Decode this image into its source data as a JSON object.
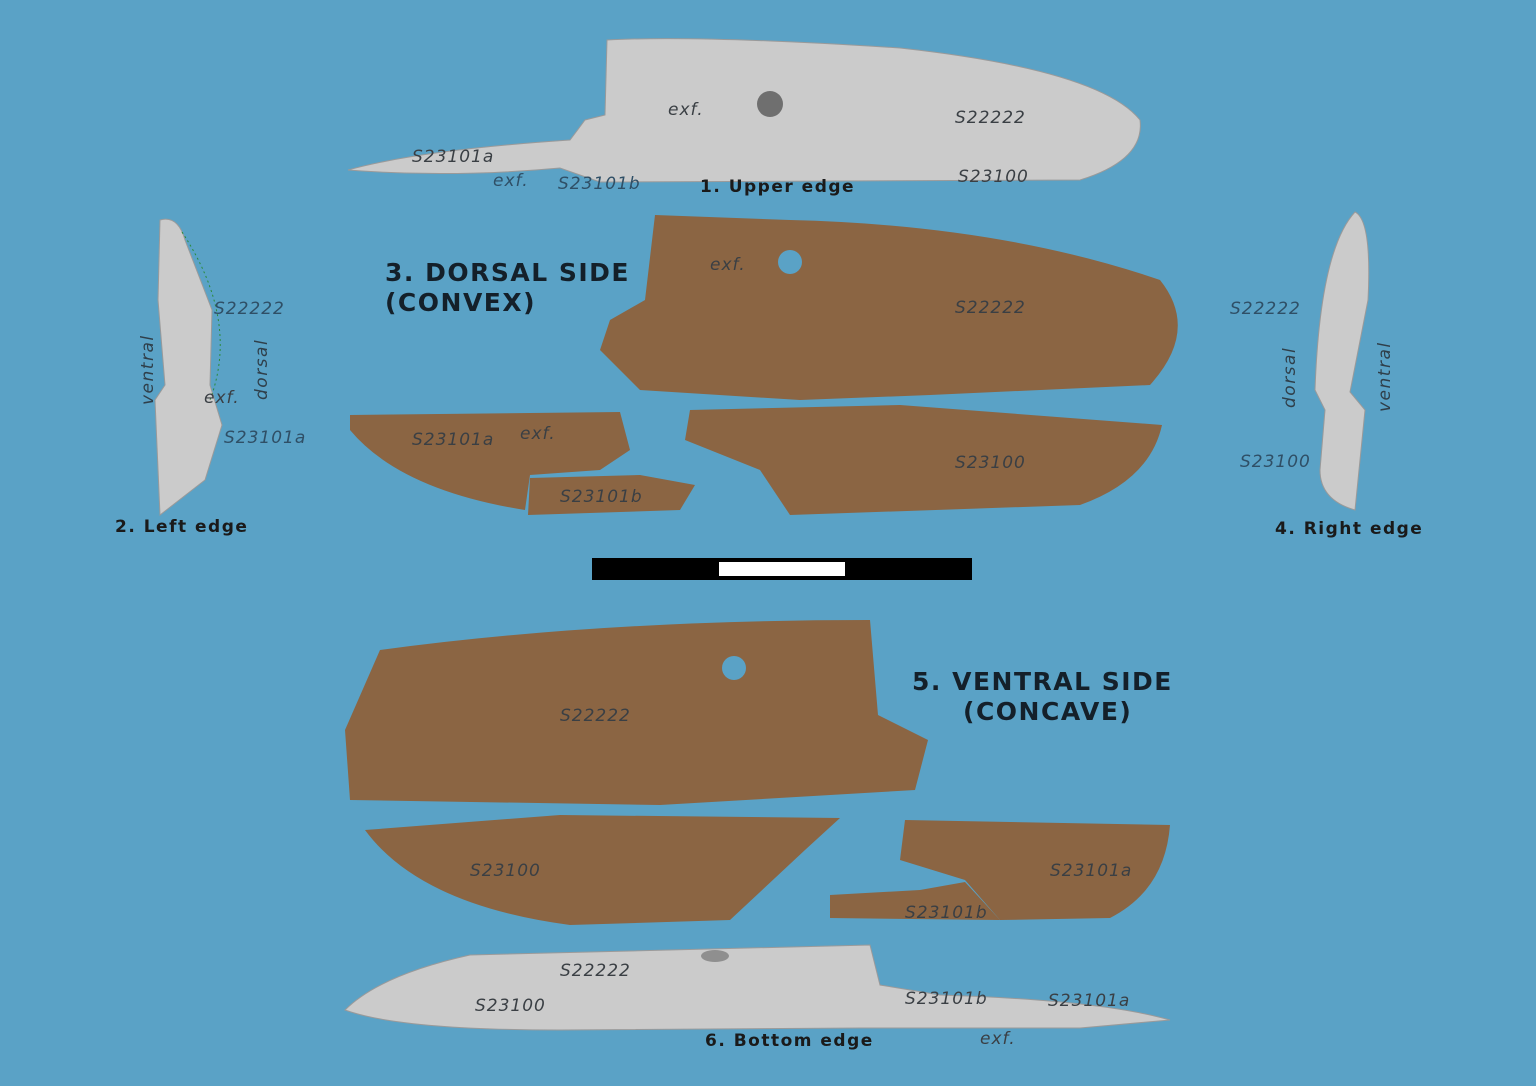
{
  "views": {
    "upper_edge": {
      "caption": "1. Upper edge",
      "labels": [
        "exf.",
        "S22222",
        "S23101a",
        "exf.",
        "S23101b",
        "S23100"
      ]
    },
    "left_edge": {
      "caption": "2. Left edge",
      "labels": [
        "S22222",
        "ventral",
        "dorsal",
        "exf.",
        "S23101a"
      ]
    },
    "dorsal_side": {
      "title": "3. DORSAL SIDE\n(CONVEX)",
      "labels": [
        "exf.",
        "S22222",
        "S23101a",
        "exf.",
        "S23101b",
        "S23100"
      ]
    },
    "right_edge": {
      "caption": "4. Right edge",
      "labels": [
        "S22222",
        "dorsal",
        "ventral",
        "S23100"
      ]
    },
    "ventral_side": {
      "title": "5. VENTRAL SIDE\n     (CONCAVE)",
      "labels": [
        "S22222",
        "S23100",
        "S23101a",
        "S23101b"
      ]
    },
    "bottom_edge": {
      "caption": "6. Bottom edge",
      "labels": [
        "S22222",
        "S23100",
        "S23101b",
        "S23101a",
        "exf."
      ]
    }
  },
  "colors": {
    "background": "#5aa2c6",
    "model_gray": "#c9c9c9",
    "wood": "#8b6543",
    "scale_bar": "#000000"
  }
}
